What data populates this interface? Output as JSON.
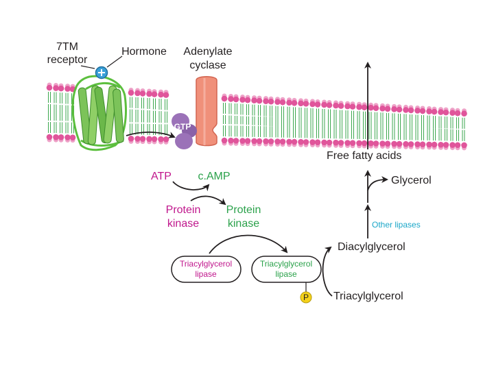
{
  "labels": {
    "receptor_line1": "7TM",
    "receptor_line2": "receptor",
    "hormone": "Hormone",
    "cyclase_line1": "Adenylate",
    "cyclase_line2": "cyclase",
    "gtp": "GTP",
    "atp": "ATP",
    "camp": "c.AMP",
    "pk_inactive_line1": "Protein",
    "pk_inactive_line2": "kinase",
    "pk_active_line1": "Protein",
    "pk_active_line2": "kinase",
    "tgl_inactive_line1": "Triacylglycerol",
    "tgl_inactive_line2": "lipase",
    "tgl_active_line1": "Triacylglycerol",
    "tgl_active_line2": "lipase",
    "phosphate": "P",
    "triacylglycerol": "Triacylglycerol",
    "diacylglycerol": "Diacylglycerol",
    "other_lipases": "Other lipases",
    "glycerol": "Glycerol",
    "free_fatty_acids": "Free fatty acids"
  },
  "colors": {
    "text": "#231f20",
    "magenta": "#c0168c",
    "green": "#2aa14a",
    "teal": "#1aa6c8",
    "lipid_head": "#e0559b",
    "lipid_tail": "#3aa64c",
    "cyclase": "#f0907a",
    "receptor": "#7cc35a",
    "g_protein": "#9b72b8",
    "hormone": "#3aa0d8",
    "phosphate": "#f5d21a"
  }
}
